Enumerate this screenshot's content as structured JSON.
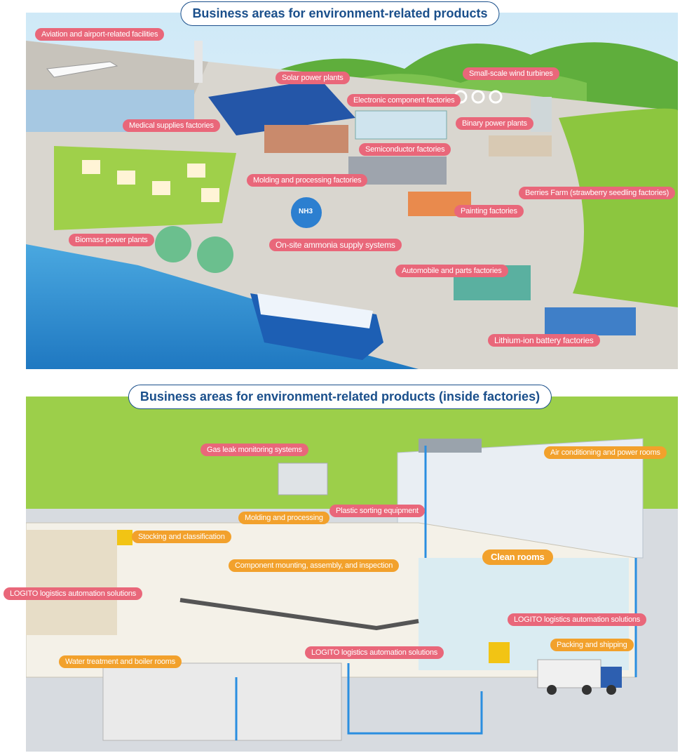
{
  "titles": {
    "top": "Business areas for environment-related products",
    "bottom": "Business areas for environment-related products (inside factories)"
  },
  "top_labels": {
    "aviation": "Aviation and airport-related facilities",
    "solar": "Solar power plants",
    "wind": "Small-scale wind turbines",
    "electronic": "Electronic component factories",
    "medical": "Medical supplies factories",
    "binary": "Binary power plants",
    "semiconductor": "Semiconductor factories",
    "molding": "Molding and processing factories",
    "berries": "Berries Farm (strawberry seedling factories)",
    "painting": "Painting factories",
    "biomass": "Biomass power plants",
    "ammonia": "On-site ammonia supply systems",
    "automobile": "Automobile and parts factories",
    "lithium": "Lithium-ion battery factories",
    "nh3_tank": "NH3"
  },
  "bottom_labels": {
    "gas_leak": "Gas leak monitoring systems",
    "air_cond": "Air conditioning and power rooms",
    "molding_proc": "Molding and processing",
    "plastic": "Plastic sorting equipment",
    "stocking": "Stocking and classification",
    "component": "Component mounting, assembly, and inspection",
    "clean_rooms": "Clean rooms",
    "logito_left": "LOGITO logistics automation solutions",
    "logito_right": "LOGITO logistics automation solutions",
    "logito_center": "LOGITO logistics automation solutions",
    "packing": "Packing and shipping",
    "water": "Water treatment and boiler rooms"
  },
  "colors": {
    "title_blue": "#1a4f8b",
    "label_pink": "#e9677a",
    "label_orange": "#f2a12c",
    "sea": "#2f8fd0",
    "grass": "#8cc63f"
  }
}
